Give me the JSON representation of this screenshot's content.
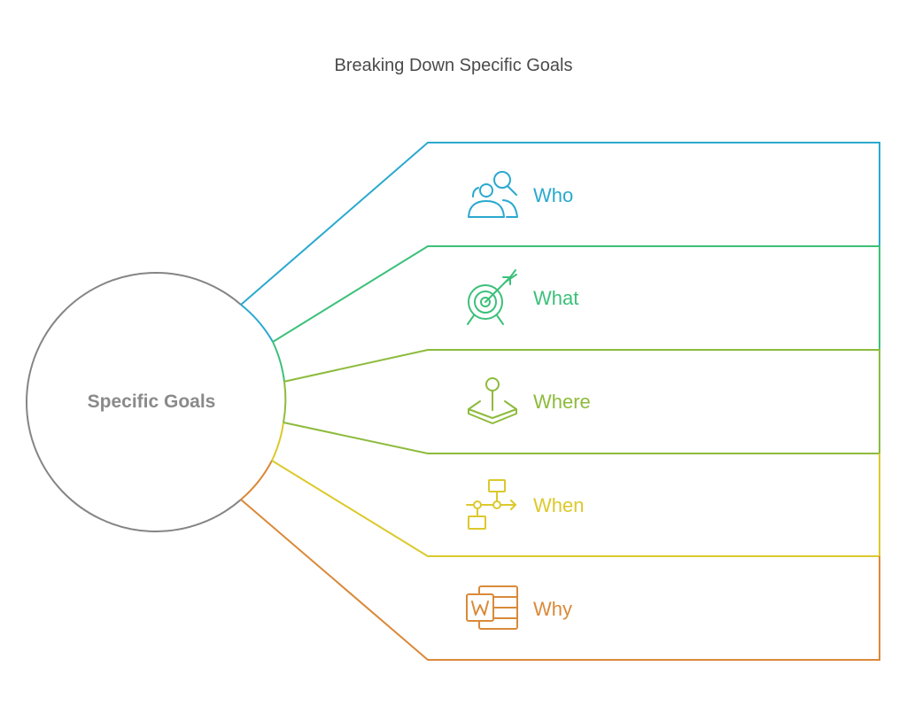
{
  "title": "Breaking Down Specific Goals",
  "center": {
    "label": "Specific Goals",
    "color": "#858585"
  },
  "branches": [
    {
      "label": "Who",
      "icon": "people-search-icon",
      "color": "#2aa9cf"
    },
    {
      "label": "What",
      "icon": "target-arrow-icon",
      "color": "#3cc07a"
    },
    {
      "label": "Where",
      "icon": "location-pin-icon",
      "color": "#8dbb3c"
    },
    {
      "label": "When",
      "icon": "timeline-flow-icon",
      "color": "#dcc92c"
    },
    {
      "label": "Why",
      "icon": "document-icon",
      "color": "#d98a3a"
    }
  ]
}
